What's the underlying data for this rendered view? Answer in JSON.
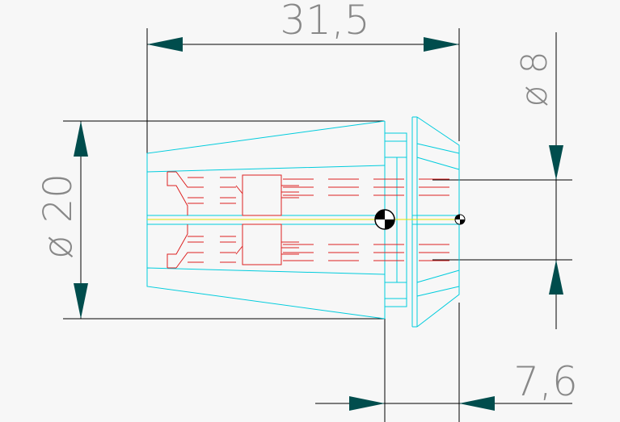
{
  "drawing": {
    "dimensions": {
      "length_total": "31,5",
      "outer_diameter": "ø 20",
      "bore_diameter": "ø 8",
      "head_length": "7,6"
    },
    "colors": {
      "background": "#f7f7f7",
      "dimension_lines": "#000000",
      "arrowheads": "#004d4d",
      "dimension_text": "#888888",
      "outline": "#00ccdd",
      "hidden_lines": "#dd2222",
      "centerline": "#e6e600"
    }
  }
}
